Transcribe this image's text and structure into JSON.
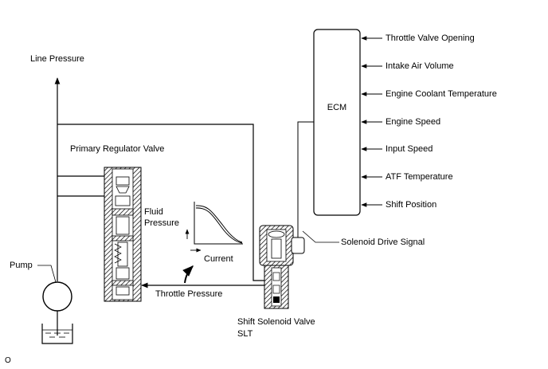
{
  "labels": {
    "line_pressure": "Line Pressure",
    "primary_regulator_valve": "Primary Regulator Valve",
    "fluid_pressure": "Fluid\nPressure",
    "current": "Current",
    "pump": "Pump",
    "throttle_pressure": "Throttle Pressure",
    "shift_solenoid_valve": "Shift Solenoid Valve",
    "slt": "SLT",
    "solenoid_drive_signal": "Solenoid Drive Signal",
    "ecm": "ECM",
    "figure_code": "O"
  },
  "ecm_inputs": [
    "Throttle Valve Opening",
    "Intake Air Volume",
    "Engine Coolant Temperature",
    "Engine Speed",
    "Input Speed",
    "ATF Temperature",
    "Shift Position"
  ]
}
